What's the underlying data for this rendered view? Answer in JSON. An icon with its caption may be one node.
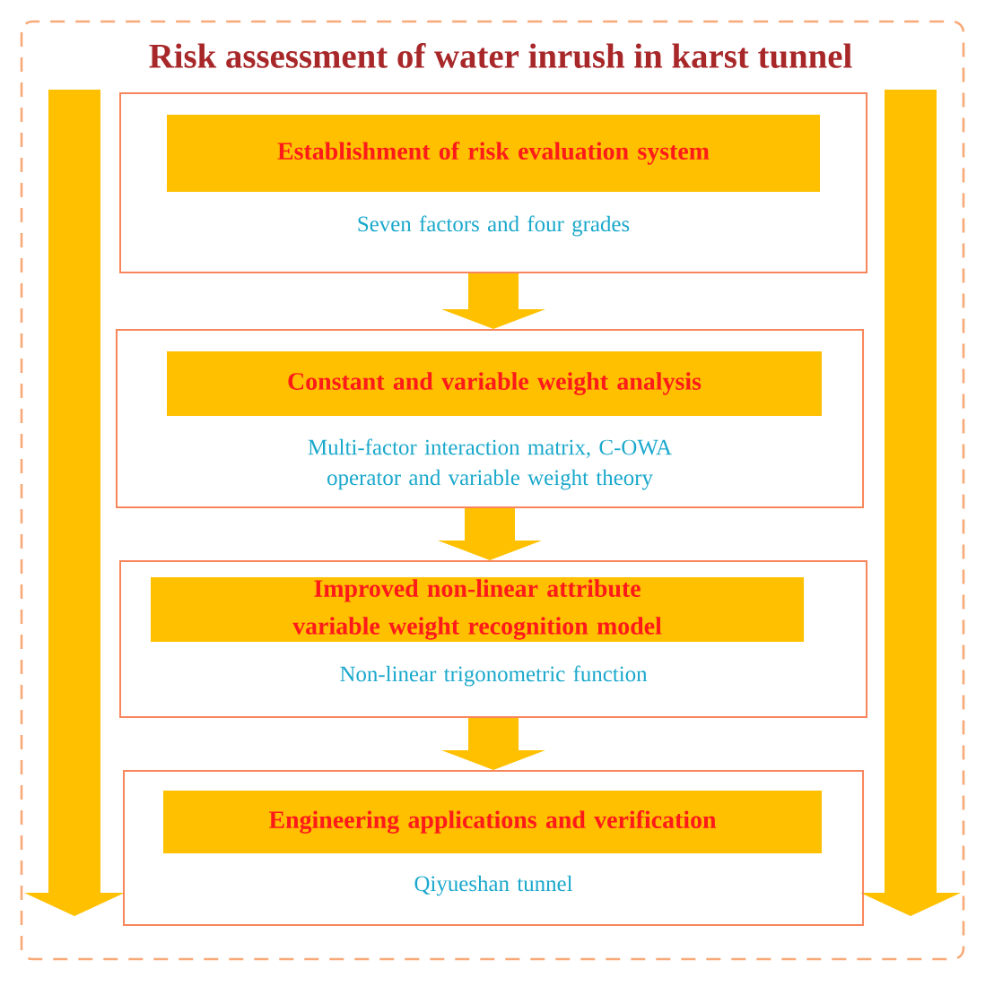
{
  "diagram": {
    "nodes": [
      {
        "text": [
          "Risk assessment of water inrush in karst tunnel"
        ]
      },
      {
        "text": [
          "Seven factors and four grades"
        ],
        "in": 0
      },
      {
        "text": [
          "Establishment of risk evaluation system"
        ],
        "in": 1
      },
      {
        "text": [
          "Multi-factor interaction matrix, C-OWA operator and variable weight theory"
        ],
        "in": 0
      },
      {
        "text": [
          "Constant and variable weight analysis"
        ],
        "in": 3
      },
      {
        "text": [
          "Non-linear trigonometric function"
        ],
        "in": 0
      },
      {
        "text": [
          "Improved non-linear attribute variable weight recognition model"
        ],
        "in": 5
      },
      {
        "text": [
          "Qiyueshan tunnel"
        ],
        "in": 0
      },
      {
        "text": [
          "Engineering applications and verification"
        ],
        "in": 7
      }
    ],
    "edges": [
      {
        "from": 1,
        "to": 3,
        "arrow": "to"
      },
      {
        "from": 3,
        "to": 5,
        "arrow": "to"
      },
      {
        "from": 5,
        "to": 7,
        "arrow": "to"
      }
    ]
  }
}
